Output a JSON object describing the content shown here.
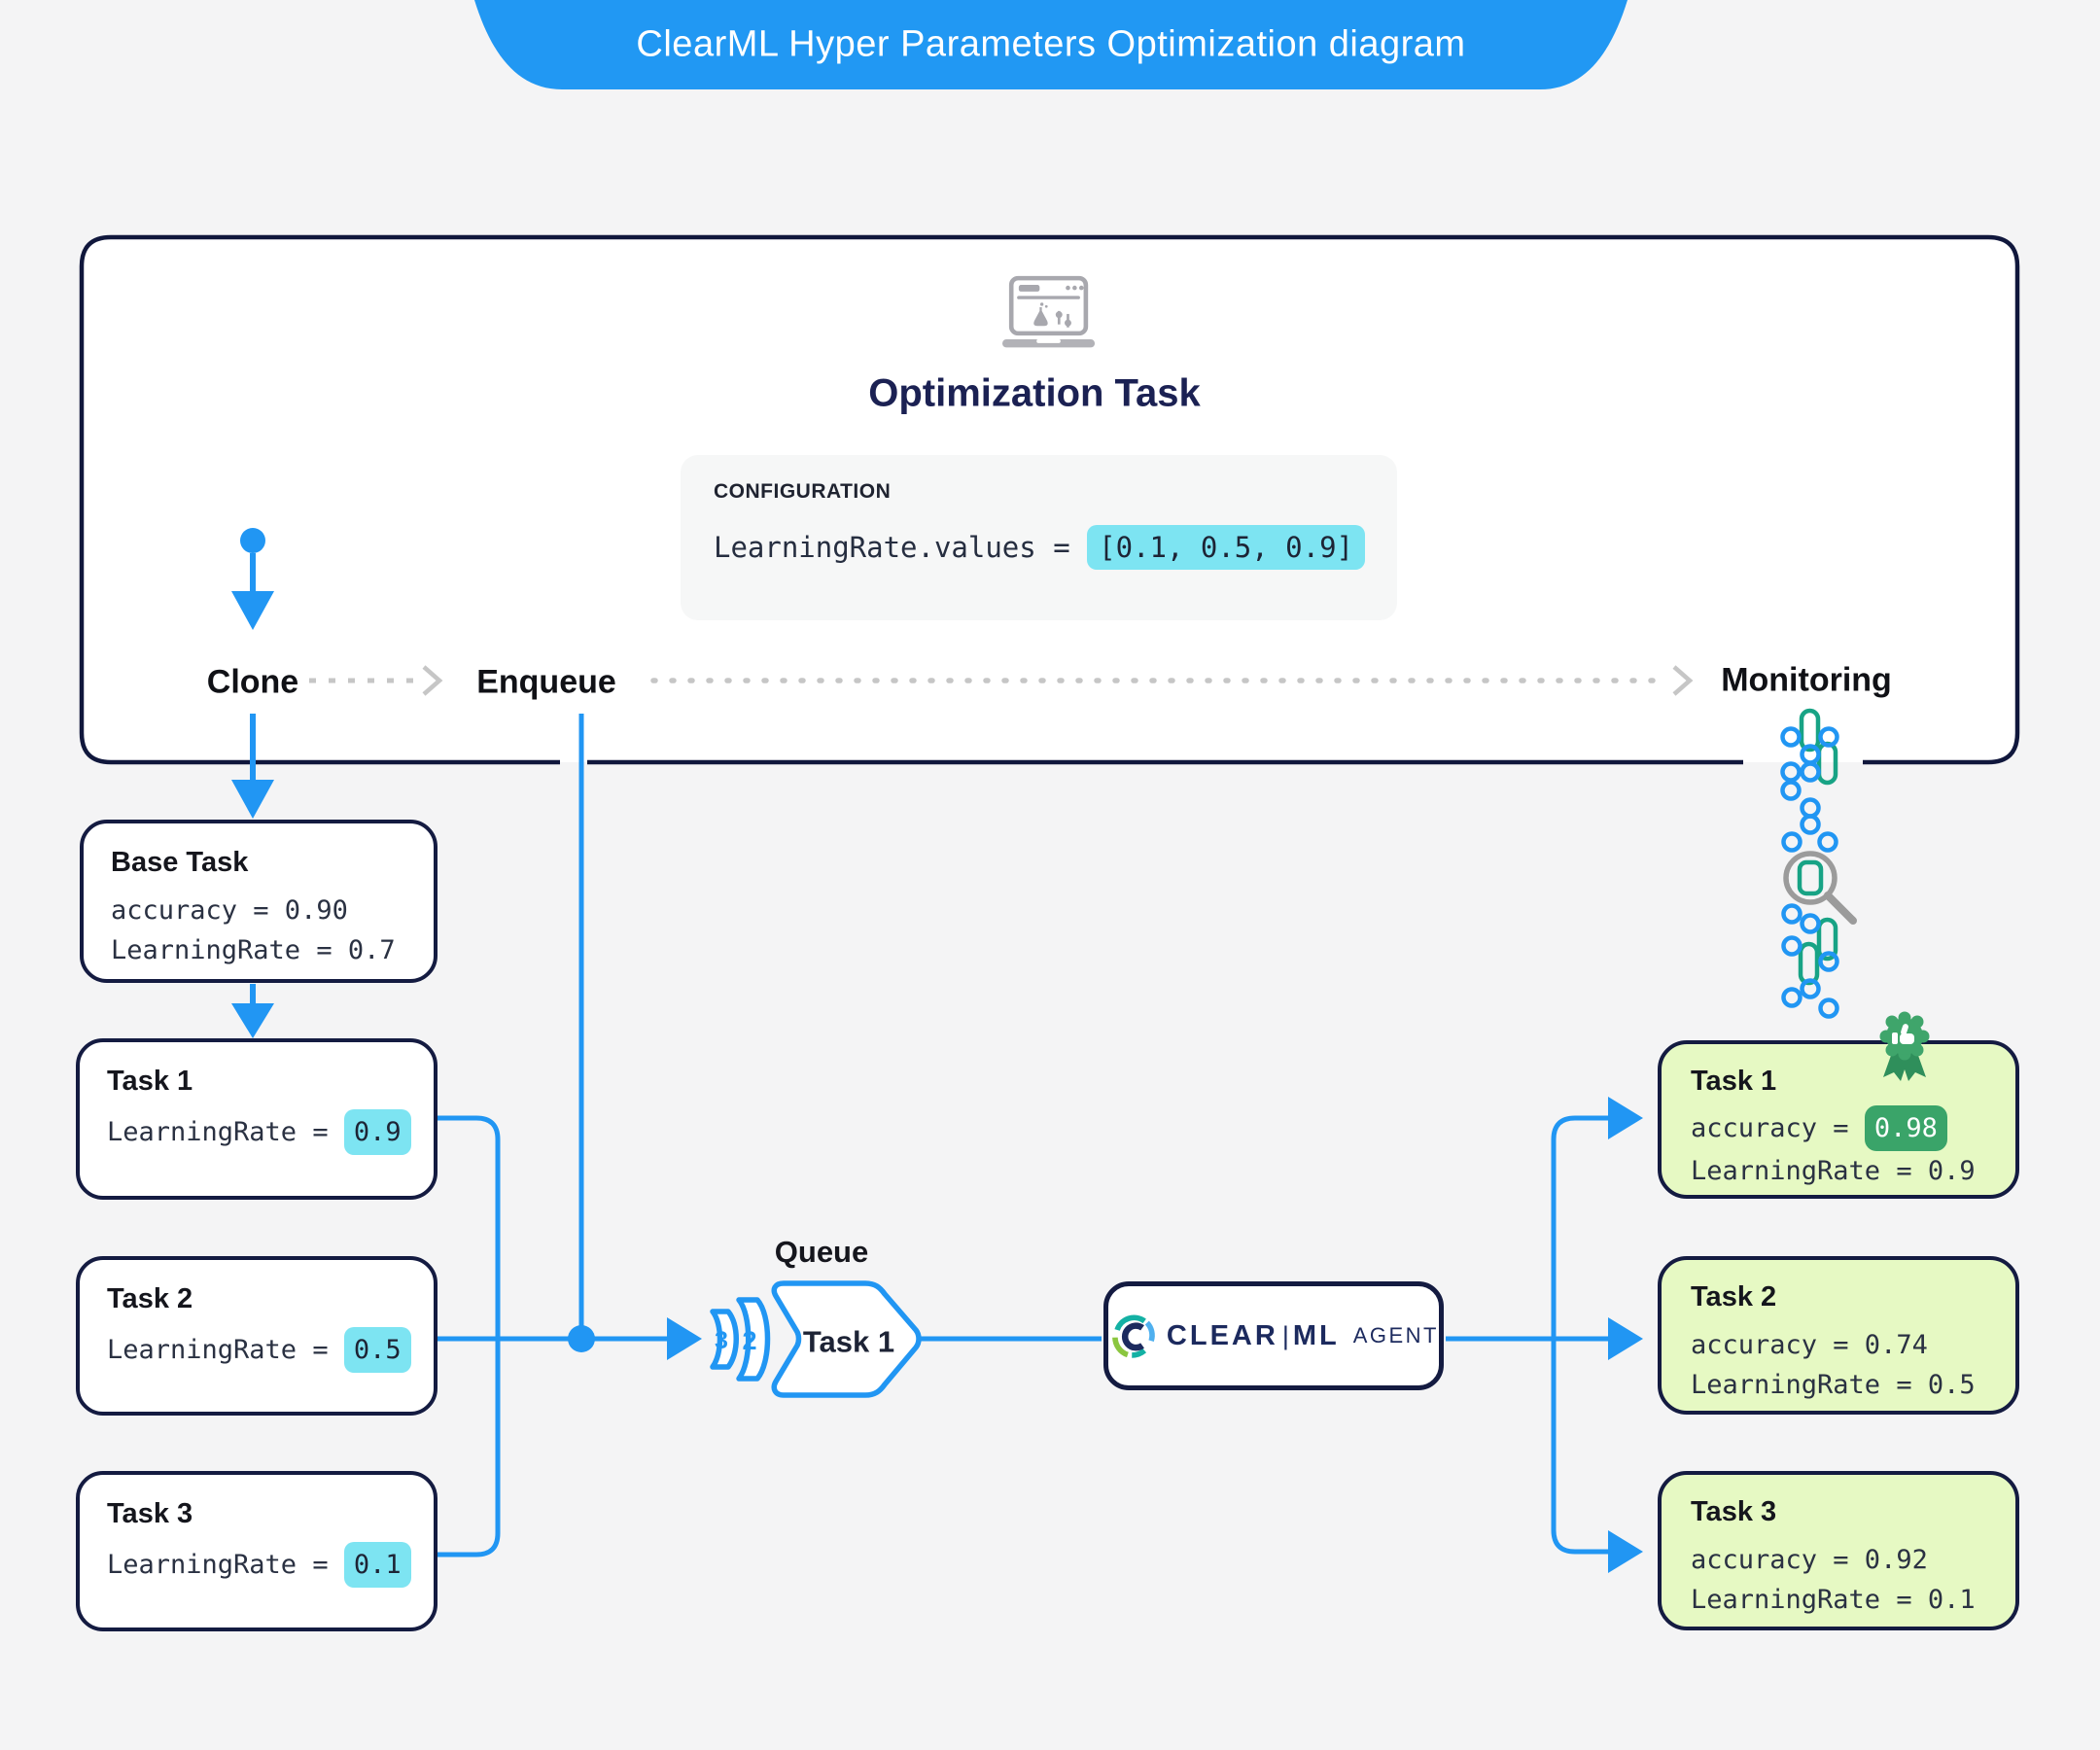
{
  "banner": {
    "title": "ClearML Hyper Parameters Optimization diagram"
  },
  "optimization": {
    "title": "Optimization Task",
    "config_label": "CONFIGURATION",
    "code_prefix": "LearningRate.values = ",
    "code_values": "[0.1, 0.5, 0.9]"
  },
  "flow": {
    "clone": "Clone",
    "enqueue": "Enqueue",
    "monitoring": "Monitoring"
  },
  "base_task": {
    "title": "Base Task",
    "accuracy_line": "accuracy = 0.90",
    "lr_line": "LearningRate = 0.7"
  },
  "left_tasks": [
    {
      "title": "Task 1",
      "lr_prefix": "LearningRate = ",
      "lr_value": "0.9"
    },
    {
      "title": "Task 2",
      "lr_prefix": "LearningRate = ",
      "lr_value": "0.5"
    },
    {
      "title": "Task 3",
      "lr_prefix": "LearningRate = ",
      "lr_value": "0.1"
    }
  ],
  "queue": {
    "label": "Queue",
    "pos3": "3",
    "pos2": "2",
    "head": "Task 1"
  },
  "agent": {
    "word1": "CLEAR",
    "divider": "|",
    "word2": "ML",
    "suffix": "AGENT"
  },
  "results": [
    {
      "title": "Task 1",
      "acc_prefix": "accuracy = ",
      "acc_value": "0.98",
      "lr_line": "LearningRate = 0.9"
    },
    {
      "title": "Task 2",
      "acc_line": "accuracy = 0.74",
      "lr_line": "LearningRate = 0.5"
    },
    {
      "title": "Task 3",
      "acc_line": "accuracy = 0.92",
      "lr_line": "LearningRate = 0.1"
    }
  ],
  "colors": {
    "blue": "#2196f3",
    "navy_border": "#141b41",
    "cyan_highlight": "#7de4f2",
    "green_highlight": "#3aa469",
    "result_background": "#e6f9c3",
    "teal_trail": "#18a385"
  }
}
